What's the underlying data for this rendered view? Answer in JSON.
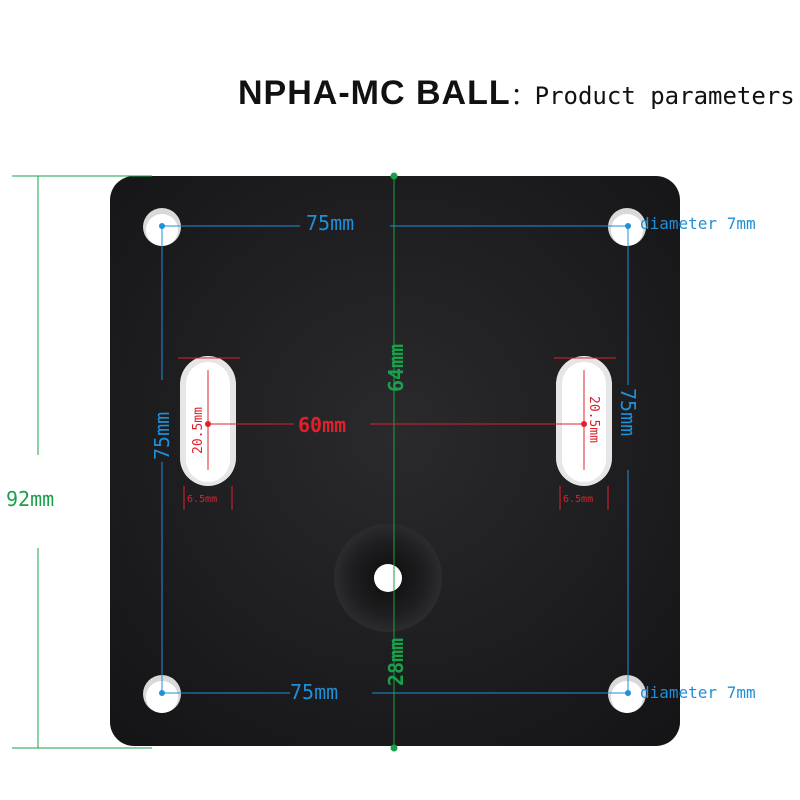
{
  "title": {
    "main": "NPHA-MC BALL",
    "sub": "：Product parameters"
  },
  "dimensions": {
    "height_total": "92mm",
    "hole_spacing_top": "75mm",
    "hole_spacing_bottom": "75mm",
    "hole_spacing_left": "75mm",
    "hole_spacing_right": "75mm",
    "center_to_top": "64mm",
    "center_to_bottom": "28mm",
    "slot_spacing": "60mm",
    "slot_length_left": "20.5mm",
    "slot_length_right": "20.5mm",
    "slot_width_left": "6.5mm",
    "slot_width_right": "6.5mm",
    "hole_diameter_top": "diameter 7mm",
    "hole_diameter_bottom": "diameter 7mm"
  },
  "colors": {
    "plate": "#1c1c1e",
    "blue": "#1e8fd8",
    "green": "#1aa04a",
    "red": "#e0202a",
    "hole": "#ffffff"
  }
}
